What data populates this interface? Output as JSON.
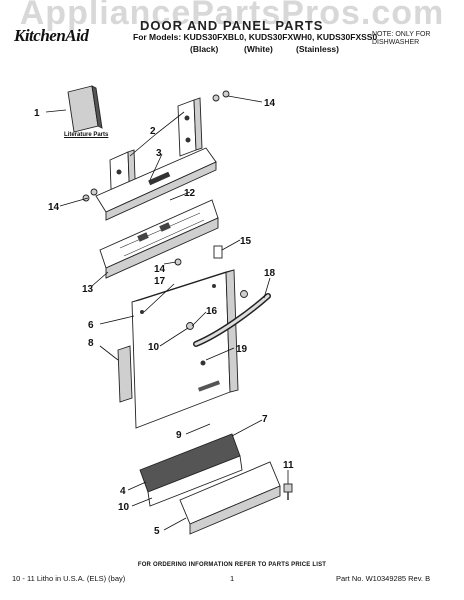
{
  "watermark": "AppliancePartsPros.com",
  "header": {
    "brand": "KitchenAid",
    "title": "DOOR AND PANEL PARTS",
    "models_line": "For Models: KUDS30FXBL0, KUDS30FXWH0, KUDS30FXSS0",
    "variants": [
      "(Black)",
      "(White)",
      "(Stainless)"
    ],
    "product_line1": "NOTE: ONLY FOR",
    "product_line2": "DISHWASHER"
  },
  "literature_label": "Literature Parts",
  "callouts": [
    "1",
    "2",
    "3",
    "12",
    "14",
    "14",
    "14",
    "13",
    "15",
    "17",
    "18",
    "6",
    "16",
    "8",
    "10",
    "19",
    "7",
    "9",
    "11",
    "4",
    "10",
    "5"
  ],
  "footer": {
    "order_note": "FOR ORDERING INFORMATION REFER TO PARTS PRICE LIST",
    "left": "10 - 11 Litho in U.S.A. (ELS) (bay)",
    "page": "1",
    "right": "Part No. W10349285 Rev. B"
  }
}
